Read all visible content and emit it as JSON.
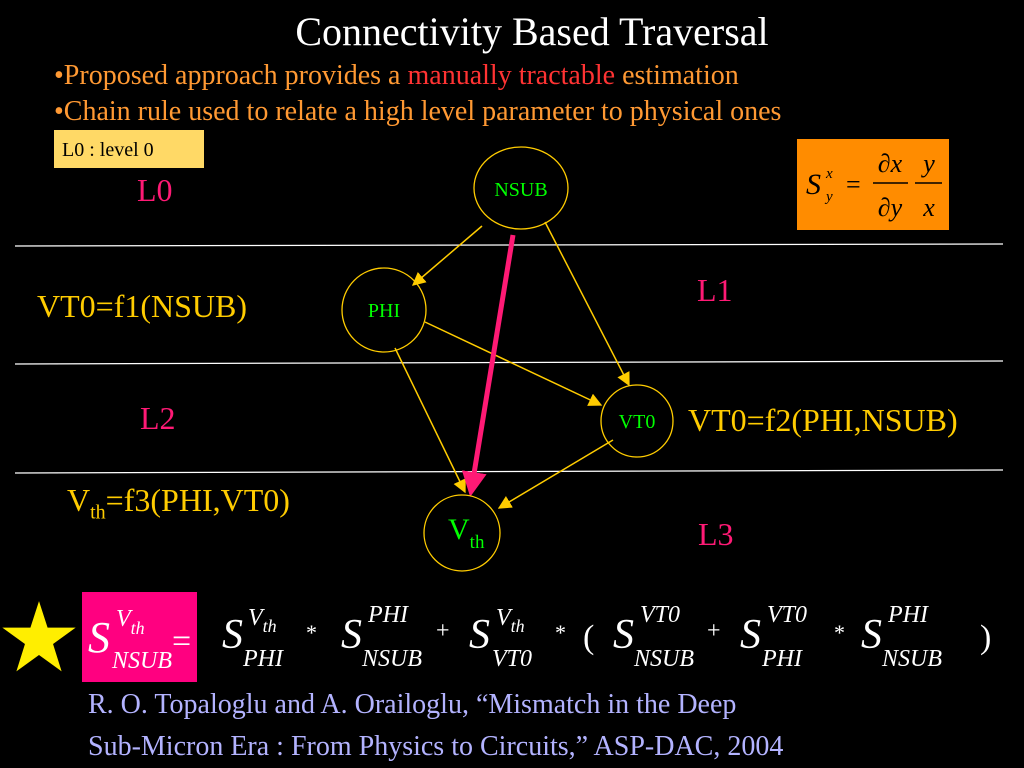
{
  "slide": {
    "title": "Connectivity Based Traversal",
    "bullets": [
      {
        "pre": "•Proposed approach provides a ",
        "highlight": "manually tractable",
        "post": " estimation"
      },
      {
        "pre": "•Chain rule used to relate a high level parameter to physical ones",
        "highlight": "",
        "post": ""
      }
    ],
    "legend_box": "L0 : level 0",
    "levels": {
      "l0": "L0",
      "l1": "L1",
      "l2": "L2",
      "l3": "L3"
    },
    "equations": {
      "vt0_f1": "VT0=f1(NSUB)",
      "vt0_f2": "VT0=f2(PHI,NSUB)",
      "vth_base": "V",
      "vth_sub": "th",
      "vth_rest": "=f3(PHI,VT0)"
    },
    "nodes": {
      "nsub": "NSUB",
      "phi": "PHI",
      "vt0": "VT0",
      "vth_base": "V",
      "vth_sub": "th"
    },
    "formula": {
      "s": "S",
      "sup": "x",
      "sub": "y",
      "equals": "=",
      "num1": "∂x",
      "den1": "∂y",
      "num2": "y",
      "den2": "x"
    },
    "chain_rule": {
      "lhs_base": "S",
      "lhs_sup": "V",
      "lhs_sup_sub": "th",
      "lhs_sub": "NSUB",
      "equals": "=",
      "terms": [
        {
          "base": "S",
          "sup": "V",
          "sup_sub": "th",
          "sub": "PHI"
        },
        {
          "op": "*"
        },
        {
          "base": "S",
          "sup": "PHI",
          "sup_sub": "",
          "sub": "NSUB"
        },
        {
          "op": "+"
        },
        {
          "base": "S",
          "sup": "V",
          "sup_sub": "th",
          "sub": "VT0"
        },
        {
          "op": "*"
        },
        {
          "op": "("
        },
        {
          "base": "S",
          "sup": "VT0",
          "sup_sub": "",
          "sub": "NSUB"
        },
        {
          "op": "+"
        },
        {
          "base": "S",
          "sup": "VT0",
          "sup_sub": "",
          "sub": "PHI"
        },
        {
          "op": "*"
        },
        {
          "base": "S",
          "sup": "PHI",
          "sup_sub": "",
          "sub": "NSUB"
        },
        {
          "op": ")"
        }
      ]
    },
    "citation": {
      "line1": "R. O. Topaloglu and A. Orailoglu, “Mismatch in the Deep",
      "line2": "Sub-Micron Era : From Physics to Circuits,” ASP-DAC, 2004"
    },
    "colors": {
      "background": "#000000",
      "bullet_text": "#ff9933",
      "highlight": "#ff3333",
      "level_label": "#ff1a75",
      "equation_text": "#ffcc00",
      "node_outline": "#ffcc00",
      "node_text": "#00ff00",
      "edge": "#ffcc00",
      "highlight_edge": "#ff1a75",
      "formula_box": "#ff8c00",
      "legend_box": "#ffd966",
      "lhs_box": "#ff0080",
      "star": "#ffee00",
      "citation": "#b3b3ff"
    },
    "icons": {
      "star": "star-icon"
    }
  }
}
